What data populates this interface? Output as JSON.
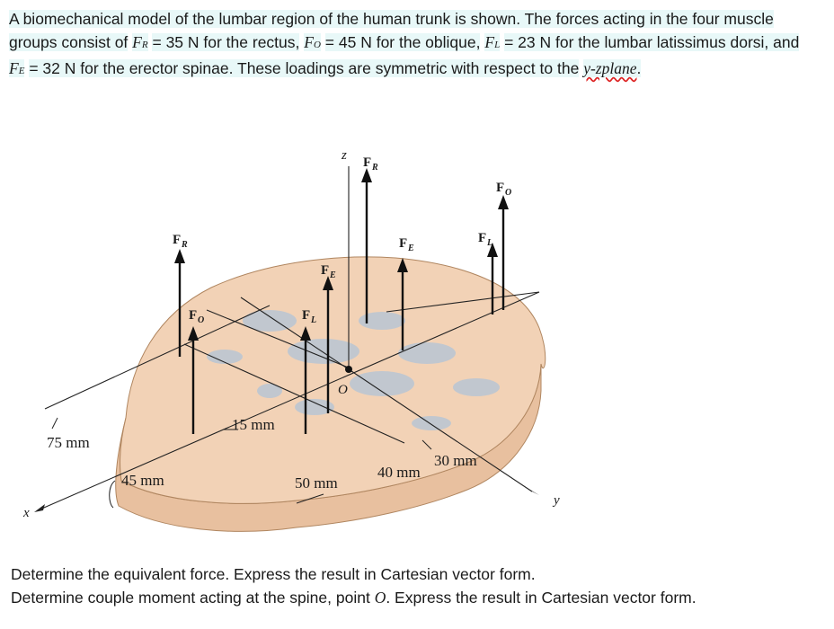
{
  "problem": {
    "intro": "A biomechanical model of the lumbar region of the human trunk is shown. The forces acting in the four muscle groups consist of",
    "fr_sym": "F",
    "fr_sub": "R",
    "fr_val": "= 35 N for the rectus,",
    "fo_sym": "F",
    "fo_sub": "O",
    "fo_val": "= 45 N for the oblique,",
    "fl_sym": "F",
    "fl_sub": "L",
    "fl_val": "= 23 N for the lumbar latissimus dorsi, and",
    "fe_sym": "F",
    "fe_sub": "E",
    "fe_val": "= 32 N for the erector spinae. These loadings are symmetric with respect to the",
    "plane_sym": "y-zplane",
    "plane_end": "."
  },
  "figure": {
    "force_letter": "F",
    "labels": {
      "R": "R",
      "O": "O",
      "L": "L",
      "E": "E"
    },
    "origin": "O",
    "axes": {
      "x": "x",
      "y": "y",
      "z": "z"
    },
    "dims": {
      "d75": "75 mm",
      "d45": "45 mm",
      "d15": "15 mm",
      "d50": "50 mm",
      "d30": "30 mm",
      "d40": "40 mm"
    },
    "colors": {
      "slab_top": "#f2d2b6",
      "slab_side": "#e8c09f",
      "spots": "#b9c6d4"
    }
  },
  "questions": {
    "q1": "Determine the equivalent force. Express the result in Cartesian vector form.",
    "q2_pre": "Determine couple moment acting at the spine, point",
    "q2_sym": "O",
    "q2_post": ". Express the result in Cartesian vector form."
  }
}
